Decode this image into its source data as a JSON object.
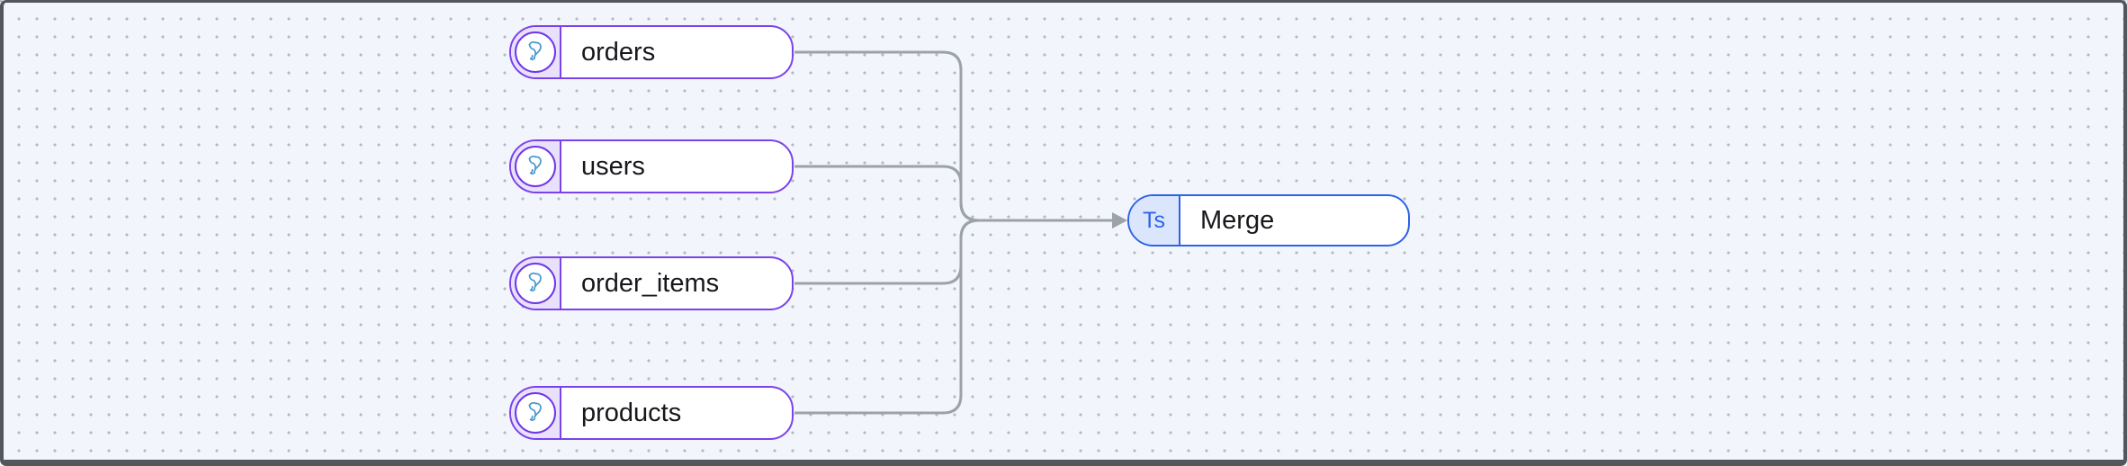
{
  "canvas": {
    "background_color": "#f2f5fb",
    "dot_color": "#b4b9c3",
    "frame_color": "#54565b"
  },
  "colors": {
    "source_border": "#7a42ec",
    "source_badge_bg": "#e9e0fb",
    "mysql_icon_blue": "#4598cf",
    "transform_border": "#2e63e7",
    "transform_badge_bg": "#dbe6fd",
    "edge_gray": "#9da1a8",
    "label_text": "#17171c"
  },
  "nodes": {
    "sources": [
      {
        "label": "orders",
        "icon": "mysql-dolphin-icon"
      },
      {
        "label": "users",
        "icon": "mysql-dolphin-icon"
      },
      {
        "label": "order_items",
        "icon": "mysql-dolphin-icon"
      },
      {
        "label": "products",
        "icon": "mysql-dolphin-icon"
      }
    ],
    "transform": {
      "label": "Merge",
      "badge": "Ts"
    }
  },
  "edges": [
    {
      "from": "orders",
      "to": "Merge"
    },
    {
      "from": "users",
      "to": "Merge"
    },
    {
      "from": "order_items",
      "to": "Merge"
    },
    {
      "from": "products",
      "to": "Merge"
    }
  ]
}
